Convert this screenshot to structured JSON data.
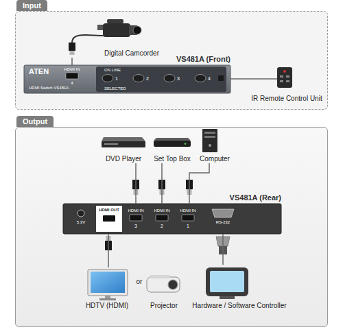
{
  "diagram": {
    "nodes": [
      {
        "text": [
          "Input"
        ]
      },
      {
        "text": [
          "Digital Camcorder"
        ],
        "in": 0
      },
      {
        "text": [
          "VS481A (Front)"
        ],
        "in": 0
      },
      {
        "text": [
          "IR Remote Control Unit"
        ],
        "in": 0
      },
      {
        "text": [
          "Output"
        ]
      },
      {
        "text": [
          "DVD Player"
        ],
        "in": 4
      },
      {
        "text": [
          "Set Top Box"
        ],
        "in": 4
      },
      {
        "text": [
          "Computer"
        ],
        "in": 4
      },
      {
        "text": [
          "VS481A (Rear)"
        ],
        "in": 4
      },
      {
        "text": [
          "HDTV (HDMI)"
        ],
        "in": 4
      },
      {
        "text": [
          "Projector"
        ],
        "in": 4
      },
      {
        "text": [
          "Hardware / Software Controller"
        ],
        "in": 4
      }
    ],
    "edges": [
      {
        "from": 1,
        "to": 2,
        "arrow": "none"
      },
      {
        "from": 2,
        "to": 3,
        "arrow": "none"
      },
      {
        "from": 5,
        "to": 8,
        "arrow": "none"
      },
      {
        "from": 6,
        "to": 8,
        "arrow": "none"
      },
      {
        "from": 7,
        "to": 8,
        "arrow": "none"
      },
      {
        "from": 8,
        "to": 9,
        "arrow": "none"
      },
      {
        "from": 8,
        "to": 11,
        "arrow": "none"
      }
    ],
    "labels": [
      "ATEN",
      "HDMI IN",
      "4",
      "HDMI Switch VS481A",
      "ON LINE",
      "1",
      "2",
      "3",
      "4",
      "SELECTED",
      "5.3V",
      "HDMI OUT",
      "HDMI IN",
      "3",
      "HDMI IN",
      "2",
      "HDMI IN",
      "1",
      "RS-232",
      "or"
    ]
  }
}
